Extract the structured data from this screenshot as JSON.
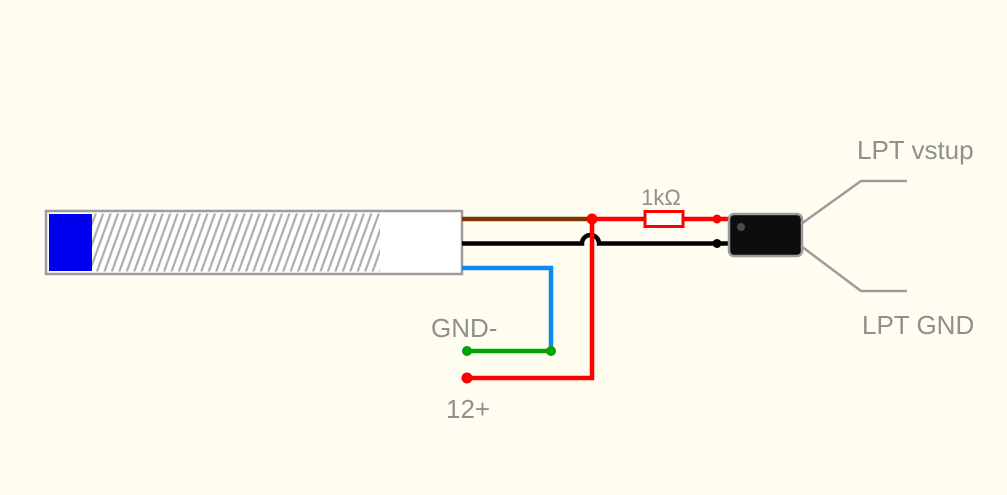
{
  "diagram": {
    "labels": {
      "resistor_value": "1kΩ",
      "lpt_signal": "LPT vstup",
      "lpt_ground": "LPT GND",
      "gnd_wire": "GND-",
      "supply_wire": "12+"
    },
    "colors": {
      "background": "#FFFDF0",
      "outline": "#9C9C9C",
      "hatch": "#ADADAD",
      "text": "#8F8F8F",
      "probe_tip_blue": "#0000EE",
      "probe_body": "#FFFFFF",
      "wire_brown": "#7F3300",
      "wire_black": "#000000",
      "wire_red": "#FF0000",
      "wire_blue": "#1188EE",
      "wire_green": "#00A400",
      "connector_fill": "#0D0D0D",
      "connector_pin": "#4A4A4A",
      "resistor_fill": "#FFFFFF"
    }
  }
}
